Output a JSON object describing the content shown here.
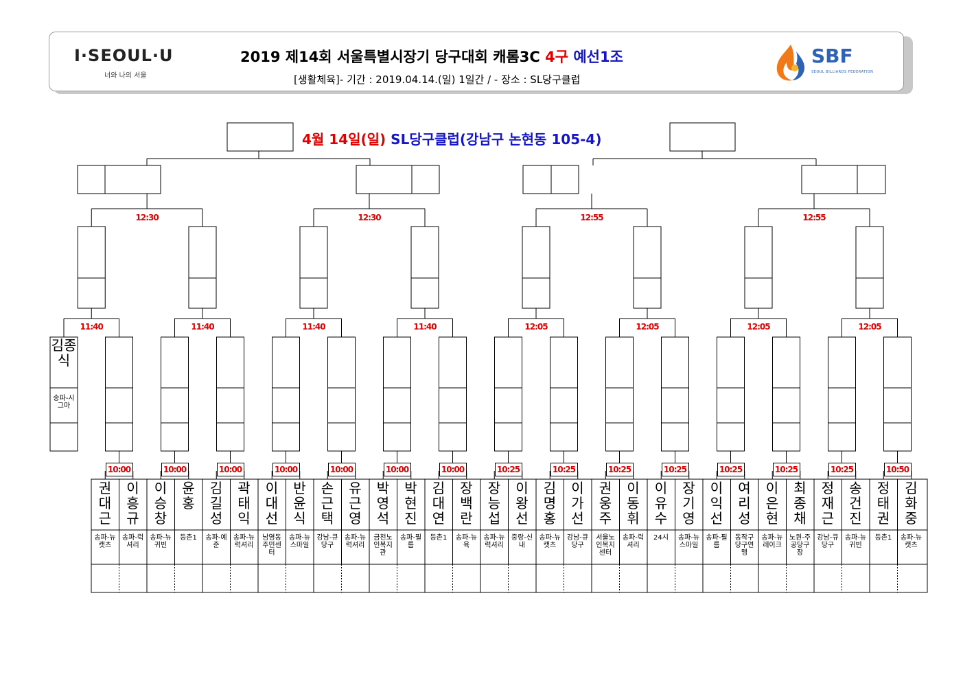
{
  "header": {
    "logo_left": "I·SEOUL·U",
    "logo_left_sub": "너와 나의 서울",
    "title_main": "2019 제14회 서울특별시장기 당구대회 캐롬3C",
    "title_group": "4구",
    "title_round": "예선1조",
    "subtitle": "[생활체육]- 기간 : 2019.04.14.(일) 1일간 / - 장소 : SL당구클럽",
    "logo_right": "SBF",
    "logo_right_sub": "SEOUL BILLIARDS FEDERATION"
  },
  "event": {
    "date": "4월 14일(일)",
    "venue": "SL당구클럽(강남구 논현동 105-4)"
  },
  "bye": {
    "name": "김종식",
    "club": "송파-시그마"
  },
  "players": [
    {
      "name": "권대근",
      "club": "송파-뉴캣츠"
    },
    {
      "name": "이흥규",
      "club": "송파-럭셔리"
    },
    {
      "name": "이승창",
      "club": "송파-뉴귀빈"
    },
    {
      "name": "윤홍",
      "club": "등촌1"
    },
    {
      "name": "김길성",
      "club": "송파-예준"
    },
    {
      "name": "곽태익",
      "club": "송파-뉴럭셔리"
    },
    {
      "name": "이대선",
      "club": "남영동주민센터"
    },
    {
      "name": "반윤식",
      "club": "송파-뉴스마일"
    },
    {
      "name": "손근택",
      "club": "강남-큐당구"
    },
    {
      "name": "유근영",
      "club": "송파-뉴럭셔리"
    },
    {
      "name": "박영석",
      "club": "금천노인복지관"
    },
    {
      "name": "박현진",
      "club": "송파-필름"
    },
    {
      "name": "김대연",
      "club": "등촌1"
    },
    {
      "name": "장백란",
      "club": "송파-뉴육"
    },
    {
      "name": "장능섭",
      "club": "송파-뉴럭셔리"
    },
    {
      "name": "이왕선",
      "club": "중랑-신내"
    },
    {
      "name": "김명홍",
      "club": "송파-뉴캣츠"
    },
    {
      "name": "이가선",
      "club": "강남-큐당구"
    },
    {
      "name": "권웅주",
      "club": "서울노인복지센터"
    },
    {
      "name": "이동휘",
      "club": "송파-럭셔리"
    },
    {
      "name": "이유수",
      "club": "24시"
    },
    {
      "name": "장기영",
      "club": "송파-뉴스마일"
    },
    {
      "name": "이익선",
      "club": "송파-필름"
    },
    {
      "name": "여리성",
      "club": "동작구당구연맹"
    },
    {
      "name": "이은현",
      "club": "송파-뉴레이크"
    },
    {
      "name": "최종채",
      "club": "노원-주공당구장"
    },
    {
      "name": "정재근",
      "club": "강남-큐당구"
    },
    {
      "name": "송건진",
      "club": "송파-뉴귀빈"
    },
    {
      "name": "정태권",
      "club": "등촌1"
    },
    {
      "name": "김화중",
      "club": "송파-뉴캣츠"
    }
  ],
  "times": {
    "round1": [
      "10:00",
      "10:00",
      "10:00",
      "10:00",
      "10:00",
      "10:00",
      "10:00",
      "10:25",
      "10:25",
      "10:25",
      "10:25",
      "10:25",
      "10:25",
      "10:25",
      "10:50"
    ],
    "round2": [
      "11:40",
      "11:40",
      "11:40",
      "11:40",
      "12:05",
      "12:05",
      "12:05",
      "12:05"
    ],
    "round3": [
      "12:30",
      "12:30",
      "12:55",
      "12:55"
    ]
  }
}
